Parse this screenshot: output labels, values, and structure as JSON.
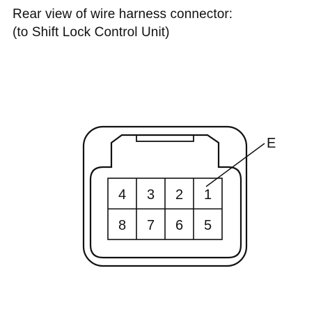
{
  "caption": {
    "line1": "Rear view of wire harness connector:",
    "line2": "(to Shift Lock Control Unit)"
  },
  "connector": {
    "pins_top": [
      "4",
      "3",
      "2",
      "1"
    ],
    "pins_bottom": [
      "8",
      "7",
      "6",
      "5"
    ],
    "callout_label": "E"
  },
  "colors": {
    "line": "#111111",
    "background": "#ffffff"
  }
}
